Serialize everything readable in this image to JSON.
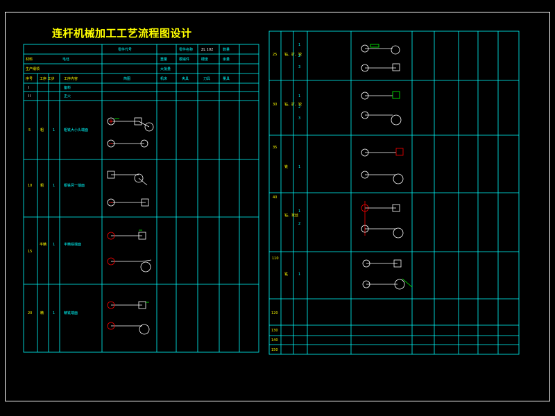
{
  "drawing": {
    "title": "连杆机械加工工艺流程图设计",
    "header": {
      "row1": [
        "零件代号",
        "零件名称",
        "ZL 102",
        "数量"
      ],
      "row2": [
        "材料",
        "毛坯",
        "重量",
        "硬度",
        "模锻件",
        "余量"
      ],
      "row3": [
        "生产纲领",
        "大批量"
      ],
      "row4": [
        "序号",
        "工序 工步",
        "工序内容",
        "简图",
        "机床",
        "夹具",
        "刀具",
        "量具"
      ]
    },
    "left_ops": [
      {
        "no": "I",
        "text": "备料"
      },
      {
        "no": "II",
        "text": "正火"
      },
      {
        "no": "5",
        "kind": "粗",
        "step": "1",
        "content": "粗铣大小头端面"
      },
      {
        "no": "10",
        "kind": "粗",
        "step": "1",
        "content": "粗铣另一端面"
      },
      {
        "no": "15",
        "kind": "半精",
        "step": "1",
        "content": "半精铣端面"
      },
      {
        "no": "20",
        "kind": "精",
        "step": "1",
        "content": "精铣端面"
      }
    ],
    "right_ops": [
      {
        "no": "25",
        "kind": "钻、扩、铰",
        "steps": [
          "1",
          "2",
          "3"
        ]
      },
      {
        "no": "30",
        "kind": "钻、扩、铰",
        "steps": [
          "1",
          "2",
          "3"
        ]
      },
      {
        "no": "35",
        "kind": "铣",
        "steps": [
          "1"
        ]
      },
      {
        "no": "40",
        "kind": "钻、攻丝",
        "steps": [
          "1",
          "2"
        ]
      },
      {
        "no": "110",
        "kind": "铣",
        "steps": [
          "1"
        ]
      },
      {
        "no": "120",
        "kind": "",
        "steps": []
      },
      {
        "no": "130",
        "kind": "",
        "steps": []
      },
      {
        "no": "140",
        "kind": "",
        "steps": []
      },
      {
        "no": "150",
        "kind": "",
        "steps": []
      }
    ]
  }
}
